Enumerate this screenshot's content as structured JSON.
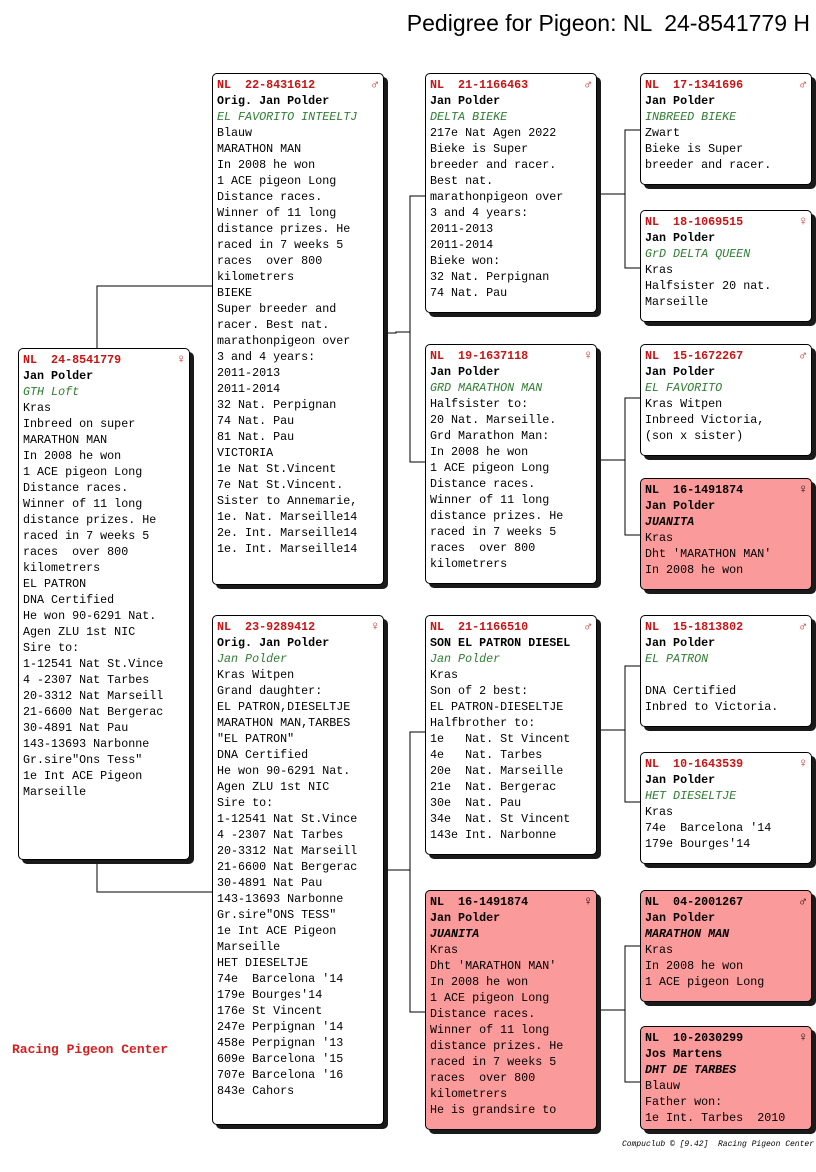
{
  "title": "Pedigree for Pigeon: NL  24-8541779 H",
  "brand": "Racing Pigeon Center",
  "footer": "Compuclub © [9.42]  Racing Pigeon Center",
  "colors": {
    "ring_red": "#c81414",
    "name_green": "#2e7d32",
    "highlight_pink": "#fa9a9a"
  },
  "cards": {
    "subject": {
      "ring": "NL  24-8541779",
      "sex": "♀",
      "owner": "Jan Polder",
      "name": "GTH Loft",
      "lines": [
        "Kras",
        "Inbreed on super",
        "MARATHON MAN",
        "In 2008 he won",
        "1 ACE pigeon Long",
        "Distance races.",
        "Winner of 11 long",
        "distance prizes. He",
        "raced in 7 weeks 5",
        "races  over 800",
        "kilometrers",
        "EL PATRON",
        "DNA Certified",
        "He won 90-6291 Nat.",
        "Agen ZLU 1st NIC",
        "Sire to:",
        "1-12541 Nat St.Vince",
        "4 -2307 Nat Tarbes",
        "20-3312 Nat Marseill",
        "21-6600 Nat Bergerac",
        "30-4891 Nat Pau",
        "143-13693 Narbonne",
        "Gr.sire\"Ons Tess\"",
        "1e Int ACE Pigeon",
        "Marseille"
      ]
    },
    "sire": {
      "ring": "NL  22-8431612",
      "sex": "♂",
      "owner": "Orig. Jan Polder",
      "name": "EL FAVORITO INTEELTJ",
      "lines": [
        "Blauw",
        "MARATHON MAN",
        "In 2008 he won",
        "1 ACE pigeon Long",
        "Distance races.",
        "Winner of 11 long",
        "distance prizes. He",
        "raced in 7 weeks 5",
        "races  over 800",
        "kilometrers",
        "BIEKE",
        "Super breeder and",
        "racer. Best nat.",
        "marathonpigeon over",
        "3 and 4 years:",
        "2011-2013",
        "2011-2014",
        "32 Nat. Perpignan",
        "74 Nat. Pau",
        "81 Nat. Pau",
        "VICTORIA",
        "1e Nat St.Vincent",
        "7e Nat St.Vincent.",
        "Sister to Annemarie,",
        "1e. Nat. Marseille14",
        "2e. Int. Marseille14",
        "1e. Int. Marseille14"
      ]
    },
    "dam": {
      "ring": "NL  23-9289412",
      "sex": "♀",
      "owner": "Orig. Jan Polder",
      "name": "Jan Polder",
      "lines": [
        "Kras Witpen",
        "Grand daughter:",
        "EL PATRON,DIESELTJE",
        "MARATHON MAN,TARBES",
        "\"EL PATRON\"",
        "DNA Certified",
        "He won 90-6291 Nat.",
        "Agen ZLU 1st NIC",
        "Sire to:",
        "1-12541 Nat St.Vince",
        "4 -2307 Nat Tarbes",
        "20-3312 Nat Marseill",
        "21-6600 Nat Bergerac",
        "30-4891 Nat Pau",
        "143-13693 Narbonne",
        "Gr.sire\"ONS TESS\"",
        "1e Int ACE Pigeon",
        "Marseille",
        "HET DIESELTJE",
        "74e  Barcelona '14",
        "179e Bourges'14",
        "176e St Vincent",
        "247e Perpignan '14",
        "458e Perpignan '13",
        "609e Barcelona '15",
        "707e Barcelona '16",
        "843e Cahors"
      ]
    },
    "ss": {
      "ring": "NL  21-1166463",
      "sex": "♂",
      "owner": "Jan Polder",
      "name": "DELTA BIEKE",
      "lines": [
        "217e Nat Agen 2022",
        "Bieke is Super",
        "breeder and racer.",
        "Best nat.",
        "marathonpigeon over",
        "3 and 4 years:",
        "2011-2013",
        "2011-2014",
        "Bieke won:",
        "32 Nat. Perpignan",
        "74 Nat. Pau"
      ]
    },
    "sd": {
      "ring": "NL  19-1637118",
      "sex": "♀",
      "owner": "Jan Polder",
      "name": "GRD MARATHON MAN",
      "lines": [
        "Halfsister to:",
        "20 Nat. Marseille.",
        "Grd Marathon Man:",
        "In 2008 he won",
        "1 ACE pigeon Long",
        "Distance races.",
        "Winner of 11 long",
        "distance prizes. He",
        "raced in 7 weeks 5",
        "races  over 800",
        "kilometrers"
      ]
    },
    "ds": {
      "ring": "NL  21-1166510",
      "sex": "♂",
      "owner": "SON EL PATRON DIESEL",
      "name": "Jan Polder",
      "lines": [
        "Kras",
        "Son of 2 best:",
        "EL PATRON-DIESELTJE",
        "Halfbrother to:",
        "1e   Nat. St Vincent",
        "4e   Nat. Tarbes",
        "20e  Nat. Marseille",
        "21e  Nat. Bergerac",
        "30e  Nat. Pau",
        "34e  Nat. St Vincent",
        "143e Int. Narbonne"
      ]
    },
    "dd": {
      "ring": "NL  16-1491874",
      "sex": "♀",
      "owner": "Jan Polder",
      "name": "JUANITA",
      "lines": [
        "Kras",
        "Dht 'MARATHON MAN'",
        "In 2008 he won",
        "1 ACE pigeon Long",
        "Distance races.",
        "Winner of 11 long",
        "distance prizes. He",
        "raced in 7 weeks 5",
        "races  over 800",
        "kilometrers",
        "He is grandsire to"
      ]
    },
    "sss": {
      "ring": "NL  17-1341696",
      "sex": "♂",
      "owner": "Jan Polder",
      "name": "INBREED BIEKE",
      "lines": [
        "Zwart",
        "Bieke is Super",
        "breeder and racer."
      ]
    },
    "ssd": {
      "ring": "NL  18-1069515",
      "sex": "♀",
      "owner": "Jan Polder",
      "name": "GrD DELTA QUEEN",
      "lines": [
        "Kras",
        "Halfsister 20 nat.",
        "Marseille"
      ]
    },
    "sds": {
      "ring": "NL  15-1672267",
      "sex": "♂",
      "owner": "Jan Polder",
      "name": "EL FAVORITO",
      "lines": [
        "Kras Witpen",
        "Inbreed Victoria,",
        "(son x sister)"
      ]
    },
    "sdd": {
      "ring": "NL  16-1491874",
      "sex": "♀",
      "owner": "Jan Polder",
      "name": "JUANITA",
      "lines": [
        "Kras",
        "Dht 'MARATHON MAN'",
        "In 2008 he won"
      ]
    },
    "dss": {
      "ring": "NL  15-1813802",
      "sex": "♂",
      "owner": "Jan Polder",
      "name": "EL PATRON",
      "lines": [
        "",
        "DNA Certified",
        "Inbred to Victoria."
      ]
    },
    "dsd": {
      "ring": "NL  10-1643539",
      "sex": "♀",
      "owner": "Jan Polder",
      "name": "HET DIESELTJE",
      "lines": [
        "Kras",
        "74e  Barcelona '14",
        "179e Bourges'14"
      ]
    },
    "dds": {
      "ring": "NL  04-2001267",
      "sex": "♂",
      "owner": "Jan Polder",
      "name": "MARATHON MAN",
      "lines": [
        "Kras",
        "In 2008 he won",
        "1 ACE pigeon Long"
      ]
    },
    "ddd": {
      "ring": "NL  10-2030299",
      "sex": "♀",
      "owner": "Jos Martens",
      "name": "DHT DE TARBES",
      "lines": [
        "Blauw",
        "Father won:",
        "1e Int. Tarbes  2010"
      ]
    }
  }
}
